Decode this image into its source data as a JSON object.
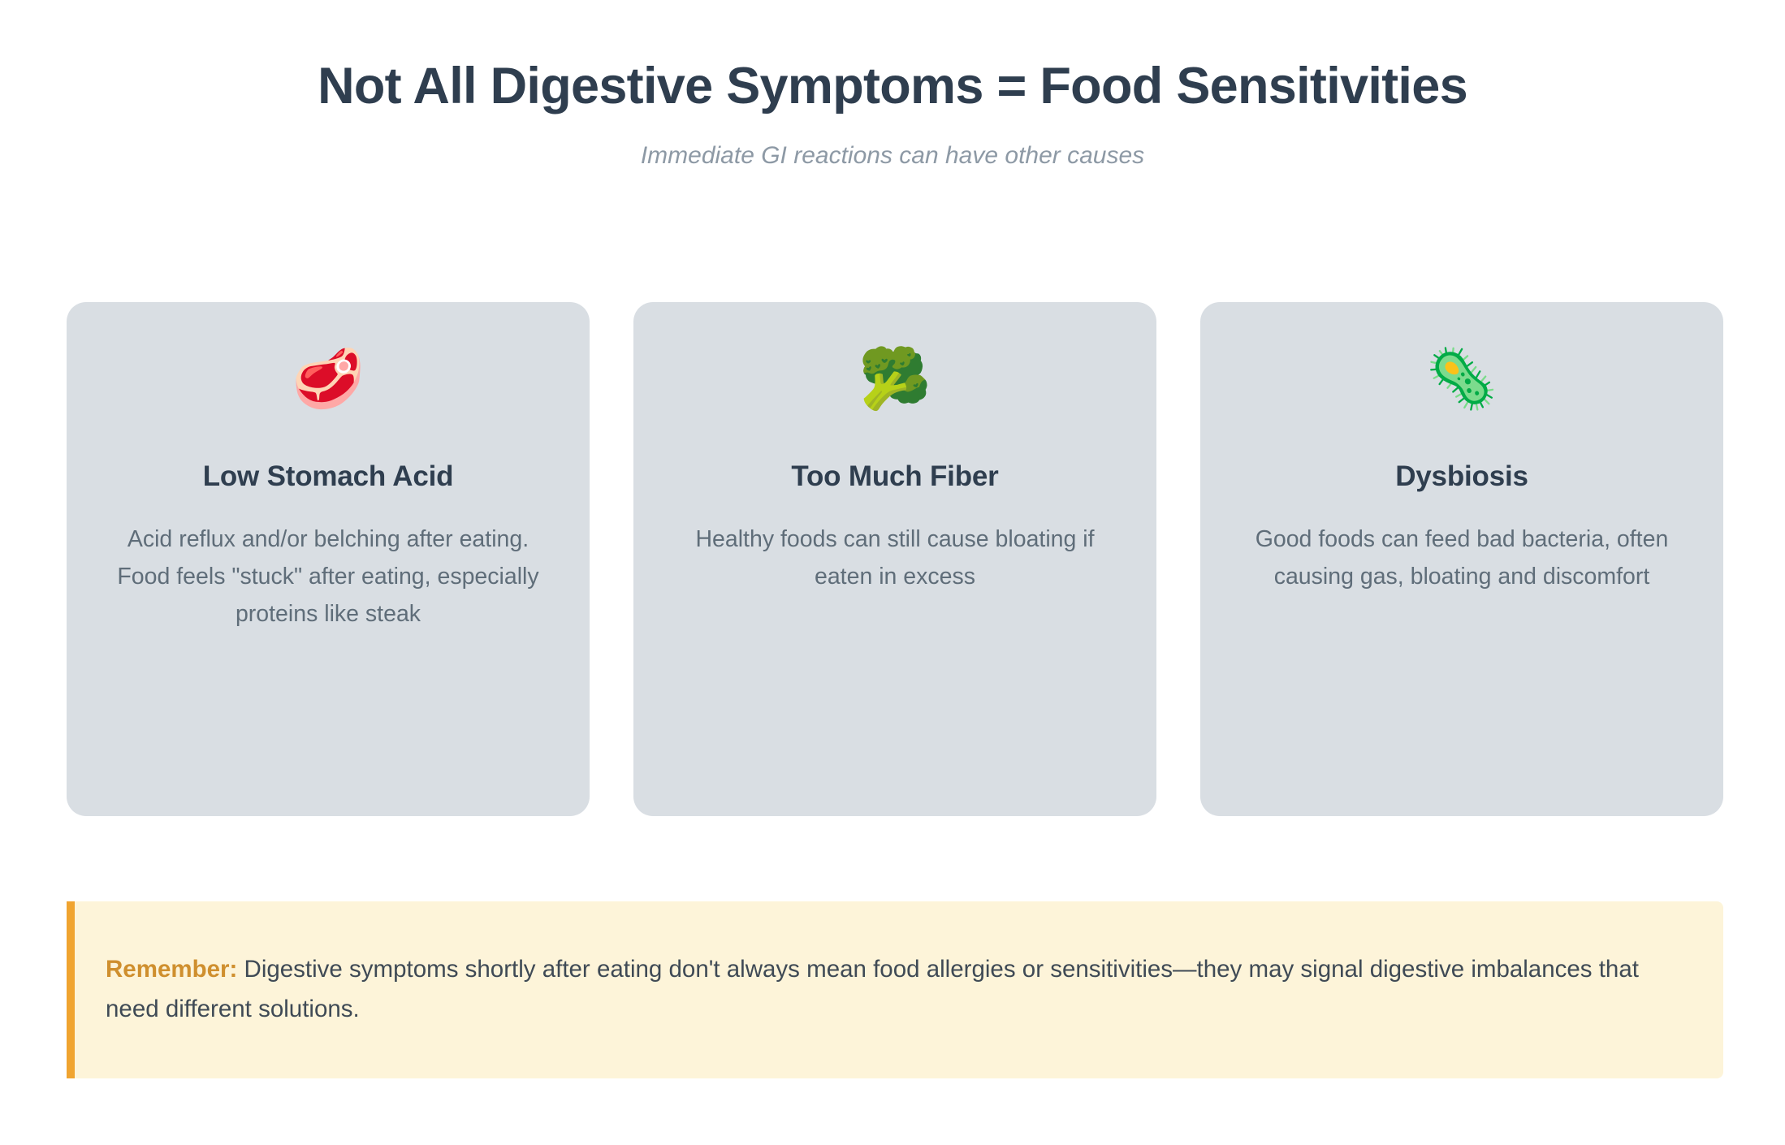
{
  "header": {
    "title": "Not All Digestive Symptoms = Food Sensitivities",
    "subtitle": "Immediate GI reactions can have other causes"
  },
  "cards": [
    {
      "icon": "🥩",
      "icon_name": "steak-icon",
      "title": "Low Stomach Acid",
      "text": "Acid reflux and/or belching after eating. Food feels \"stuck\" after eating, especially proteins like steak"
    },
    {
      "icon": "🥦",
      "icon_name": "broccoli-icon",
      "title": "Too Much Fiber",
      "text": "Healthy foods can still cause bloating if eaten in excess"
    },
    {
      "icon": "🦠",
      "icon_name": "microbe-icon",
      "title": "Dysbiosis",
      "text": "Good foods can feed bad bacteria, often causing gas, bloating and discomfort"
    }
  ],
  "callout": {
    "lead": "Remember:",
    "text": " Digestive symptoms shortly after eating don't always mean food allergies or sensitivities—they may signal digestive imbalances that need different solutions."
  },
  "colors": {
    "title": "#2f3e4f",
    "subtitle": "#8d99a5",
    "card_bg": "#d9dee3",
    "card_text": "#5f6d79",
    "callout_bg": "#fdf4d9",
    "callout_accent": "#f0a430",
    "callout_lead": "#cf8f2e",
    "page_bg": "#ffffff"
  }
}
